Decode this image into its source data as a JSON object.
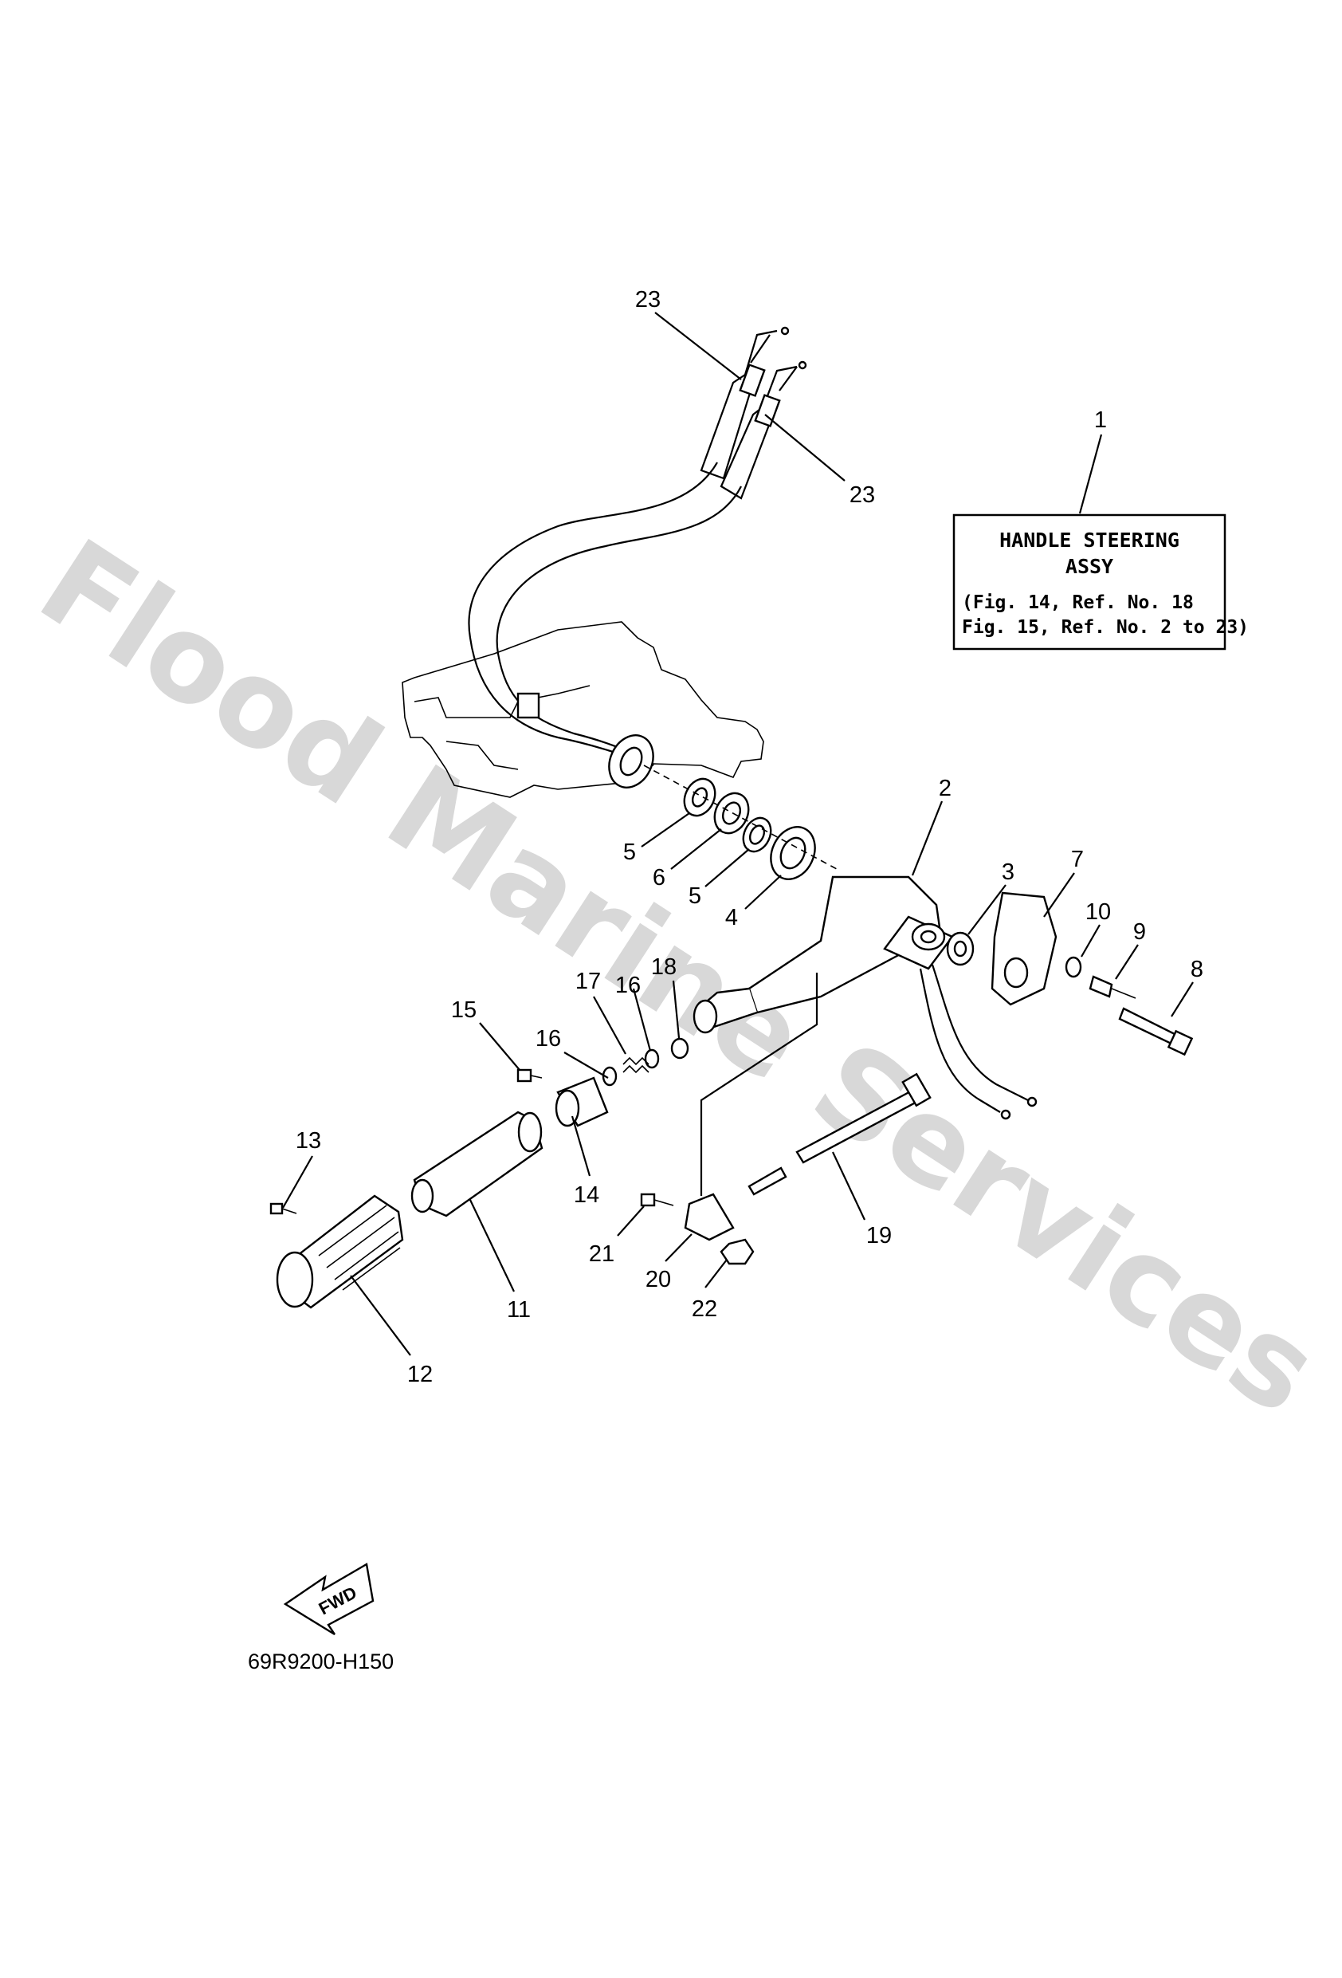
{
  "watermark": "Flood Marine Services",
  "assembly_box": {
    "title_line1": "HANDLE STEERING",
    "title_line2": "ASSY",
    "note_line1": "(Fig. 14, Ref. No. 18",
    "note_line2": " Fig. 15, Ref. No. 2 to 23)"
  },
  "fwd_label": "FWD",
  "drawing_code": "69R9200-H150",
  "callouts": {
    "c1": "1",
    "c2": "2",
    "c3": "3",
    "c4": "4",
    "c5a": "5",
    "c5b": "5",
    "c6": "6",
    "c7": "7",
    "c8": "8",
    "c9": "9",
    "c10": "10",
    "c11": "11",
    "c12": "12",
    "c13": "13",
    "c14": "14",
    "c15": "15",
    "c16a": "16",
    "c16b": "16",
    "c17": "17",
    "c18": "18",
    "c19": "19",
    "c20": "20",
    "c21": "21",
    "c22": "22",
    "c23a": "23",
    "c23b": "23"
  }
}
